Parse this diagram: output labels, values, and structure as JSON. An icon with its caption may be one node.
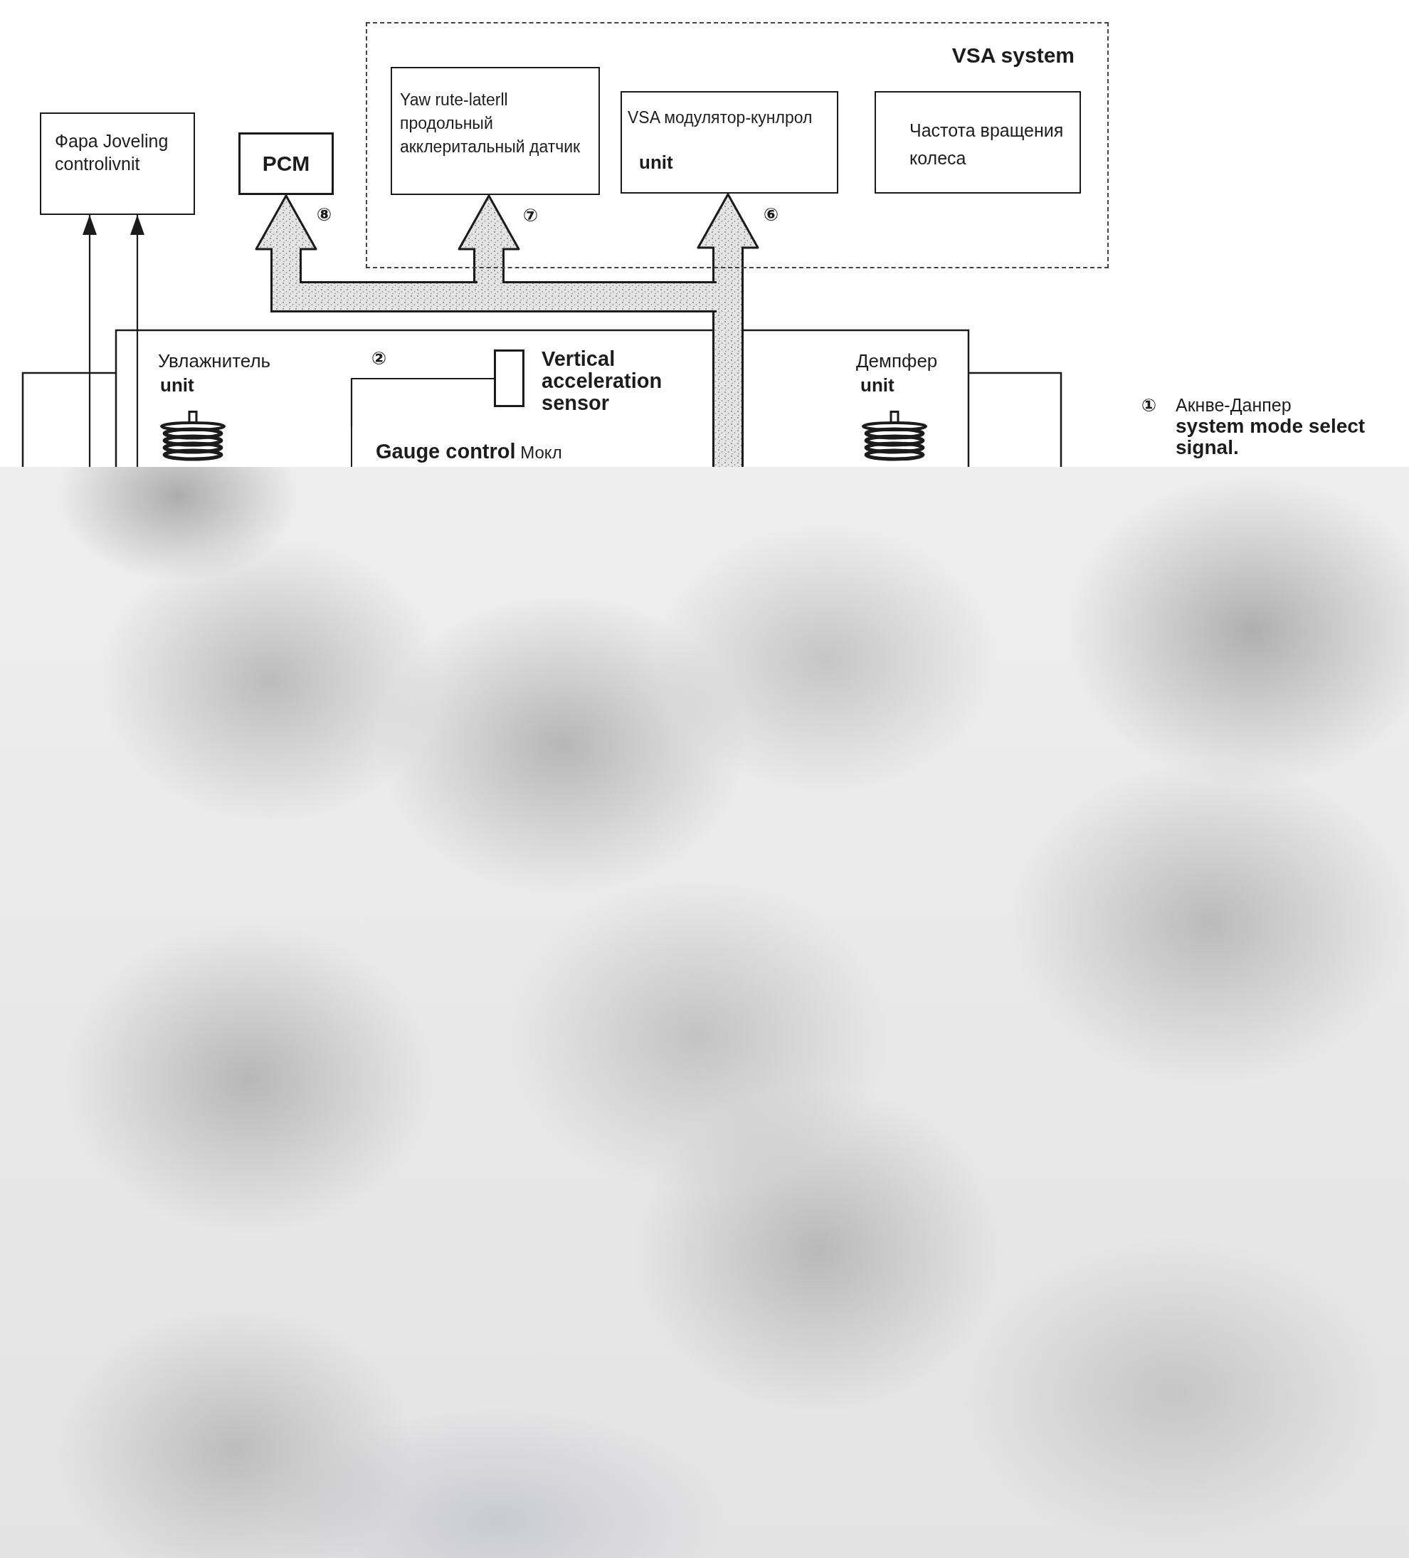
{
  "diagram": {
    "nodes": [
      {
        "text": [
          "Фара Joveling controlivnit"
        ]
      },
      {
        "text": [
          "PCM"
        ]
      },
      {
        "text": [
          "VSA system"
        ]
      },
      {
        "text": [
          "Yaw rute-laterll продольный акклеритальный датчик"
        ],
        "in": 2
      },
      {
        "text": [
          "VSA модулятор-кунлрол",
          "unit"
        ],
        "in": 2
      },
      {
        "text": [
          "Частота вращения колеса"
        ],
        "in": 2
      },
      {
        "text": [
          "Увлажнитель",
          "unit"
        ]
      },
      {
        "text": [
          "**Gauge control** Мокл"
        ]
      },
      {
        "text": [
          "Vertical acceleration sensor"
        ]
      },
      {
        "text": [
          "Демпфер",
          "unit"
        ]
      }
    ],
    "edges": [
      {
        "from": null,
        "to": 1,
        "arrow": "to",
        "style": "thick"
      },
      {
        "from": null,
        "to": 3,
        "arrow": "to",
        "style": "thick"
      },
      {
        "from": null,
        "to": 4,
        "arrow": "to",
        "style": "thick"
      },
      {
        "from": null,
        "to": 0,
        "arrow": "to"
      },
      {
        "from": null,
        "to": 0,
        "arrow": "to"
      },
      {
        "from": 8,
        "to": 7,
        "arrow": "none"
      }
    ],
    "labels": [
      "⑧",
      "⑦",
      "⑥",
      "②",
      "①",
      "Акнве-Данпер **system mode select signal.**"
    ]
  }
}
